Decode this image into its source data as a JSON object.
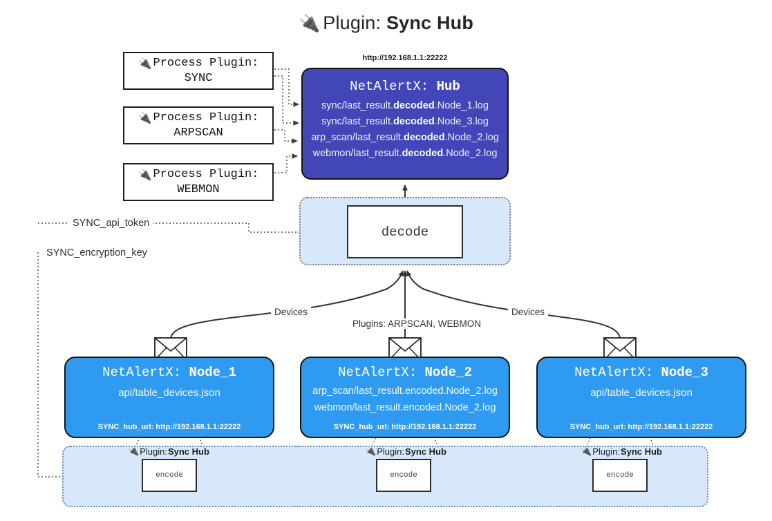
{
  "title": {
    "icon": "plug-icon",
    "prefix": "Plugin: ",
    "name": "Sync Hub"
  },
  "process_plugins": [
    {
      "icon": "plug-icon",
      "line1": "Process Plugin:",
      "line2": "SYNC"
    },
    {
      "icon": "plug-icon",
      "line1": "Process Plugin:",
      "line2": "ARPSCAN"
    },
    {
      "icon": "plug-icon",
      "line1": "Process Plugin:",
      "line2": "WEBMON"
    }
  ],
  "hub": {
    "url": "http://192.168.1.1:22222",
    "title_prefix": "NetAlertX: ",
    "title_name": "Hub",
    "lines": [
      {
        "pre": "sync/last_result.",
        "bold": "decoded",
        "post": ".Node_1.log"
      },
      {
        "pre": "sync/last_result.",
        "bold": "decoded",
        "post": ".Node_3.log"
      },
      {
        "pre": "arp_scan/last_result.",
        "bold": "decoded",
        "post": ".Node_2.log"
      },
      {
        "pre": "webmon/last_result.",
        "bold": "decoded",
        "post": ".Node_2.log"
      }
    ]
  },
  "decode": {
    "label": "decode"
  },
  "keys": [
    {
      "label": "SYNC_api_token"
    },
    {
      "label": "SYNC_encryption_key"
    }
  ],
  "edge_labels": {
    "devices_left": "Devices",
    "devices_right": "Devices",
    "plugins_mid": "Plugins: ARPSCAN, WEBMON"
  },
  "nodes": [
    {
      "title_prefix": "NetAlertX: ",
      "title_name": "Node_1",
      "lines": [
        "api/table_devices.json"
      ],
      "footer": "SYNC_hub_url: http://192.168.1.1:22222",
      "envelope_icon": "envelope-icon"
    },
    {
      "title_prefix": "NetAlertX: ",
      "title_name": "Node_2",
      "lines": [
        "arp_scan/last_result.encoded.Node_2.log",
        "webmon/last_result.encoded.Node_2.log"
      ],
      "footer": "SYNC_hub_url: http://192.168.1.1:22222",
      "envelope_icon": "envelope-icon"
    },
    {
      "title_prefix": "NetAlertX: ",
      "title_name": "Node_3",
      "lines": [
        "api/table_devices.json"
      ],
      "footer": "SYNC_hub_url: http://192.168.1.1:22222",
      "envelope_icon": "envelope-icon"
    }
  ],
  "plugin_bands": [
    {
      "icon": "plug-icon",
      "prefix": "Plugin: ",
      "name": "Sync Hub",
      "encode": "encode"
    },
    {
      "icon": "plug-icon",
      "prefix": "Plugin: ",
      "name": "Sync Hub",
      "encode": "encode"
    },
    {
      "icon": "plug-icon",
      "prefix": "Plugin: ",
      "name": "Sync Hub",
      "encode": "encode"
    }
  ],
  "colors": {
    "hub_fill": "#4246b6",
    "node_fill": "#2f9bf0",
    "band_fill": "#d7e8fa",
    "stroke": "#333333"
  }
}
